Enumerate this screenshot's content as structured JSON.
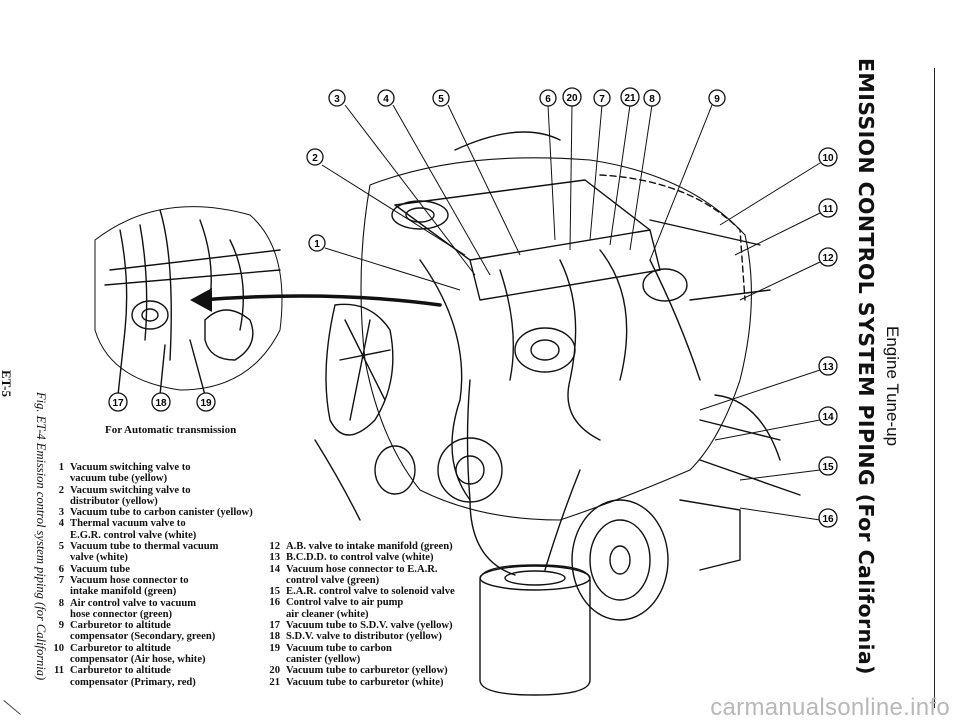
{
  "page": {
    "page_id": "ET-5",
    "figure_caption": "Fig. ET-4  Emission control system piping (for California)",
    "section_heading": "Engine Tune-up",
    "main_title": "EMISSION CONTROL SYSTEM PIPING (For California)",
    "watermark": "carmanualsonline.info"
  },
  "diagram": {
    "inset_label": "For Automatic transmission",
    "callouts": [
      "1",
      "2",
      "3",
      "4",
      "5",
      "6",
      "7",
      "8",
      "9",
      "10",
      "11",
      "12",
      "13",
      "14",
      "15",
      "16",
      "17",
      "18",
      "19",
      "20",
      "21"
    ],
    "legend_left": [
      {
        "num": "1",
        "text": "Vacuum switching valve to\nvacuum tube (yellow)"
      },
      {
        "num": "2",
        "text": "Vacuum switching valve to\ndistributor (yellow)"
      },
      {
        "num": "3",
        "text": "Vacuum tube to carbon canister (yellow)"
      },
      {
        "num": "4",
        "text": "Thermal vacuum valve to\nE.G.R. control valve (white)"
      },
      {
        "num": "5",
        "text": "Vacuum tube to thermal vacuum\nvalve (white)"
      },
      {
        "num": "6",
        "text": "Vacuum tube"
      },
      {
        "num": "7",
        "text": "Vacuum hose connector to\nintake manifold (green)"
      },
      {
        "num": "8",
        "text": "Air control valve to vacuum\nhose connector (green)"
      },
      {
        "num": "9",
        "text": "Carburetor to altitude\ncompensator (Secondary, green)"
      },
      {
        "num": "10",
        "text": "Carburetor to altitude\ncompensator (Air hose, white)"
      },
      {
        "num": "11",
        "text": "Carburetor to altitude\ncompensator (Primary, red)"
      }
    ],
    "legend_right": [
      {
        "num": "12",
        "text": "A.B. valve to intake manifold (green)"
      },
      {
        "num": "13",
        "text": "B.C.D.D. to control valve (white)"
      },
      {
        "num": "14",
        "text": "Vacuum hose connector to E.A.R.\ncontrol valve (green)"
      },
      {
        "num": "15",
        "text": "E.A.R. control valve to solenoid valve"
      },
      {
        "num": "16",
        "text": "Control valve to air pump\nair cleaner (white)"
      },
      {
        "num": "17",
        "text": "Vacuum tube to S.D.V. valve (yellow)"
      },
      {
        "num": "18",
        "text": "S.D.V. valve to distributor (yellow)"
      },
      {
        "num": "19",
        "text": "Vacuum tube to carbon\ncanister (yellow)"
      },
      {
        "num": "20",
        "text": "Vacuum tube to carburetor (yellow)"
      },
      {
        "num": "21",
        "text": "Vacuum tube to carburetor (white)"
      }
    ]
  }
}
